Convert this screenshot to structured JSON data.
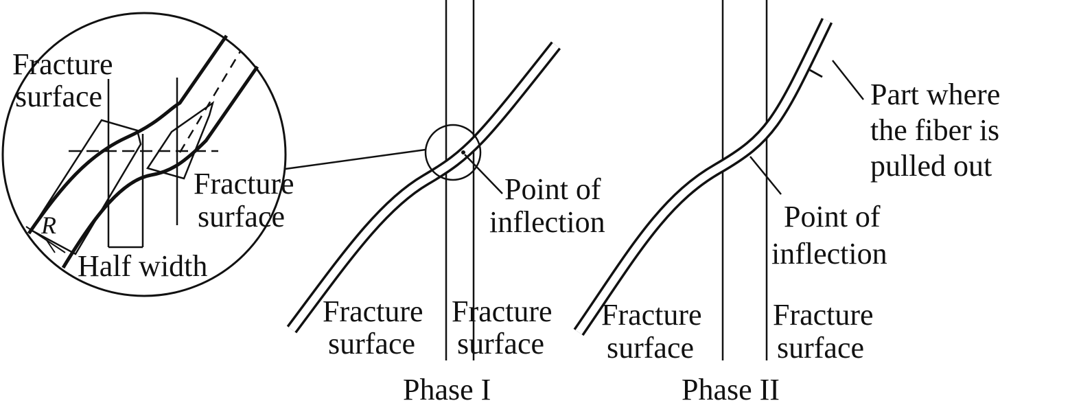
{
  "inset": {
    "label_fracture_surface_left": [
      "Fracture",
      "surface"
    ],
    "label_fracture_surface_right": [
      "Fracture",
      "surface"
    ],
    "label_radius": "R",
    "label_half_width": "Half width"
  },
  "phase1": {
    "title": "Phase I",
    "inflection": [
      "Point of",
      "inflection"
    ],
    "fracture_left": [
      "Fracture",
      "surface"
    ],
    "fracture_right": [
      "Fracture",
      "surface"
    ]
  },
  "phase2": {
    "title": "Phase II",
    "inflection": [
      "Point of",
      "inflection"
    ],
    "fracture_left": [
      "Fracture",
      "surface"
    ],
    "fracture_right": [
      "Fracture",
      "surface"
    ],
    "pulled_out": [
      "Part where",
      "the fiber is",
      "pulled out"
    ]
  }
}
